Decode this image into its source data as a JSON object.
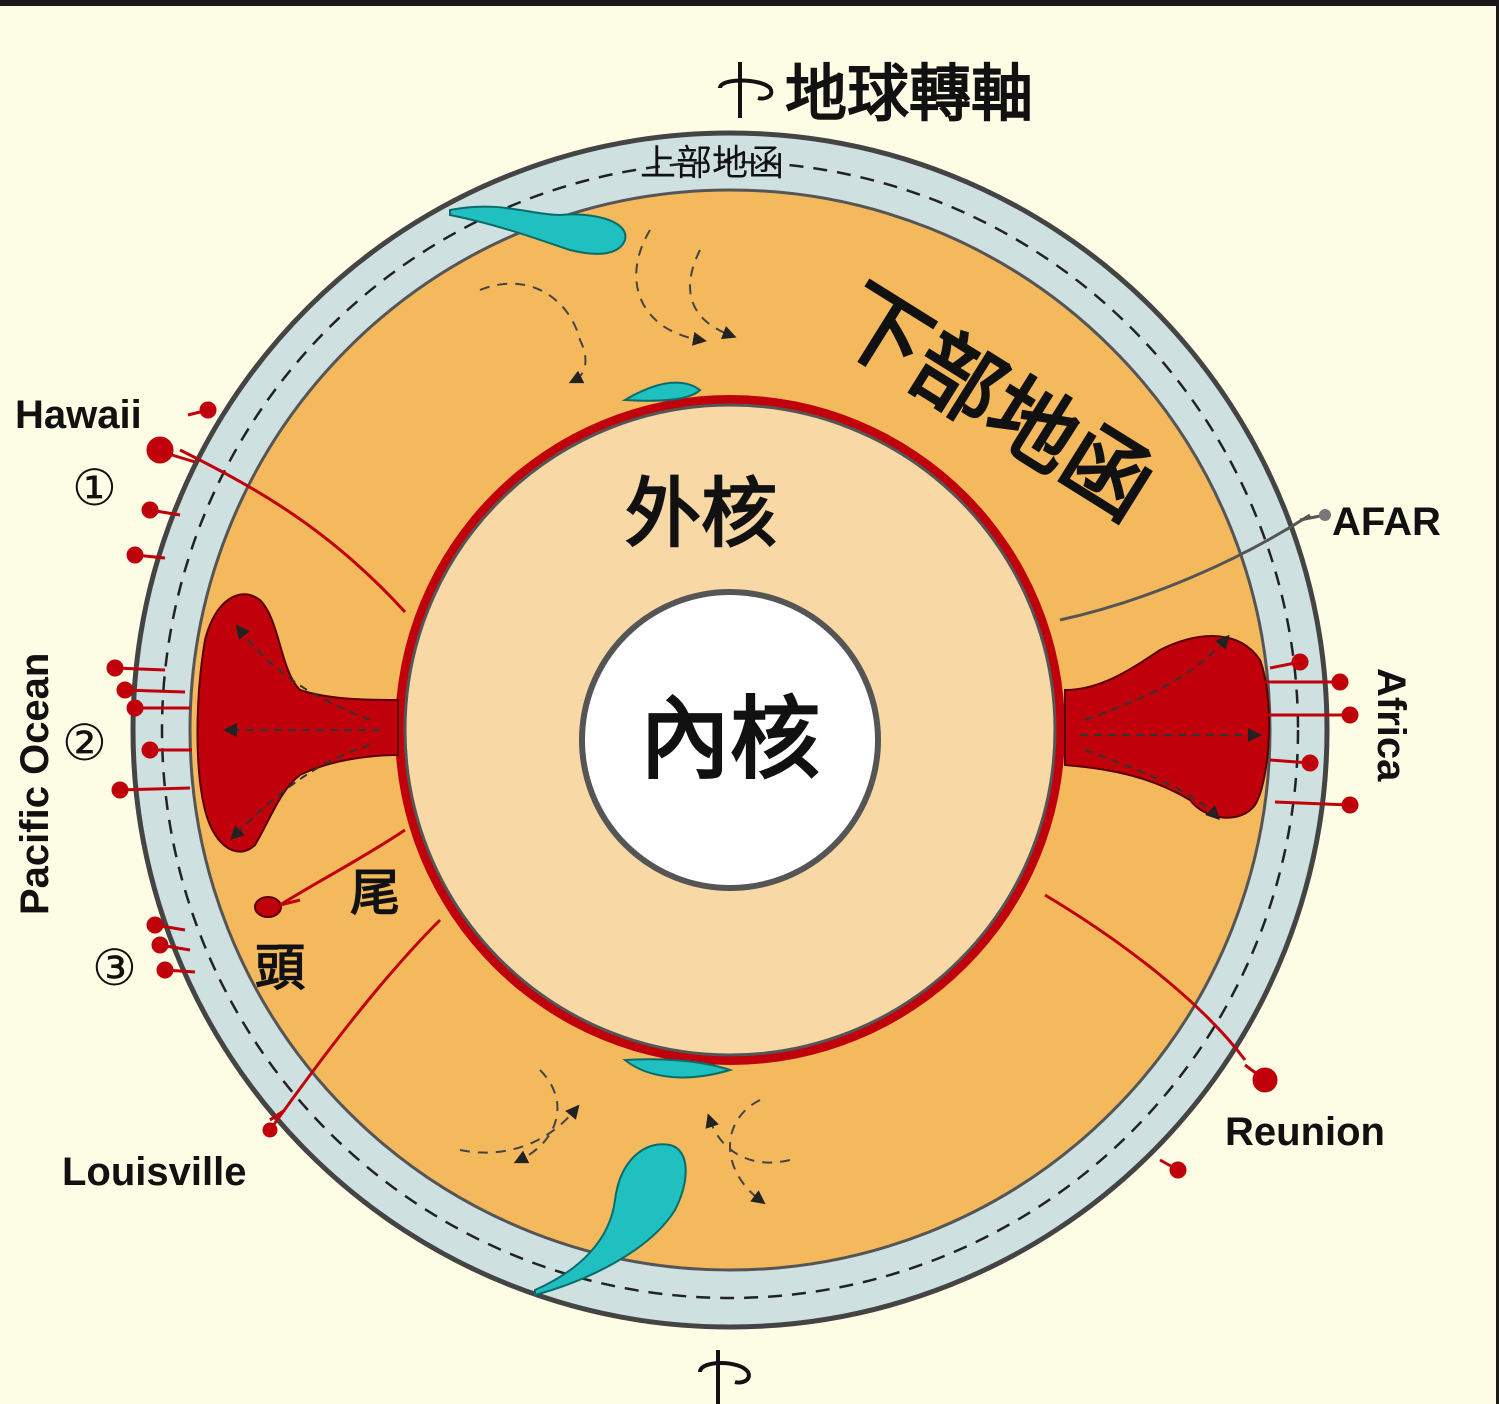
{
  "labels": {
    "rotation_axis": "地球轉軸",
    "upper_mantle": "上部地函",
    "lower_mantle": "下部地函",
    "outer_core": "外核",
    "inner_core": "內核",
    "tail": "尾",
    "head": "頭",
    "hawaii": "Hawaii",
    "afar": "AFAR",
    "africa": "Africa",
    "pacific_ocean": "Pacific Ocean",
    "louisville": "Louisville",
    "reunion": "Reunion",
    "marker_1": "①",
    "marker_2": "②",
    "marker_3": "③"
  },
  "colors": {
    "background": "#fdfde6",
    "upper_mantle": "#cfe0e0",
    "lower_mantle": "#f4b95c",
    "outer_core": "#f8d9a6",
    "inner_core": "#ffffff",
    "plume": "#c0000a",
    "slab": "#20c0c0",
    "outline": "#444444"
  },
  "icons": [
    "rotation-axis-arrow-icon"
  ]
}
